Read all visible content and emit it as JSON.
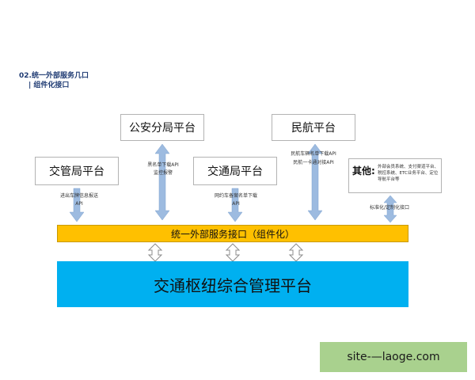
{
  "header": {
    "line1": "02.统一外部服务几口",
    "line2": "| 组件化接口"
  },
  "platforms": {
    "gongan": "公安分局平台",
    "minhang": "民航平台",
    "jiaoguan": "交管局平台",
    "jiaotong": "交通局平台"
  },
  "apis": {
    "gongan_1": "黑名单下载API",
    "gongan_2": "监控报警",
    "jiaoguan_1": "进出车牌信息报送",
    "jiaoguan_2": "API",
    "jiaotong_1": "网约车备案名单下载",
    "jiaotong_2": "API",
    "minhang_1": "民航车辆名单下载API",
    "minhang_2": "民航一卡通对接API",
    "other_api": "标准化/定制化接口"
  },
  "other": {
    "title": "其他:",
    "desc": "外部会员系统、支付渠道平台、税控系统、ETC业务平台、定位导航平台等"
  },
  "unified_interface": "统一外部服务接口（组件化）",
  "main_platform": "交通枢纽综合管理平台",
  "watermark": "site-—laoge.com",
  "colors": {
    "heading": "#1f3b73",
    "interface_band": "#ffc000",
    "main_platform": "#00b0f0",
    "arrow": "#9dbbe0",
    "watermark_bg": "#a9d18e"
  }
}
